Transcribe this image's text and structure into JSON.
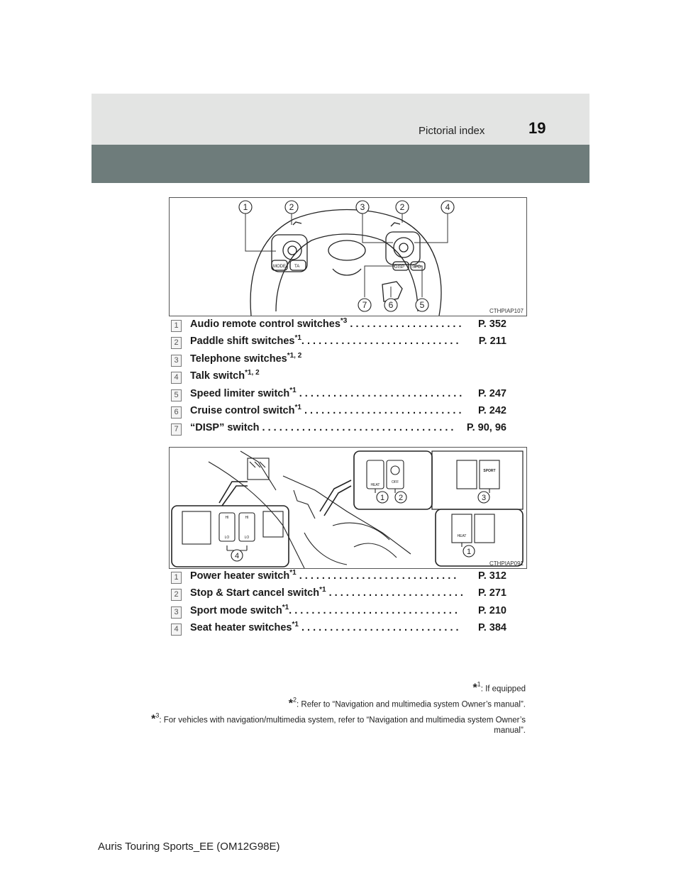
{
  "header": {
    "section_title": "Pictorial index",
    "page_number": "19"
  },
  "figure1": {
    "code": "CTHPIAP107",
    "callouts": [
      "1",
      "2",
      "3",
      "2",
      "4",
      "7",
      "6",
      "5"
    ],
    "button_labels": [
      "MODE",
      "TA",
      "DISP",
      "SPD"
    ]
  },
  "list1": [
    {
      "num": "1",
      "label": "Audio remote control switches",
      "sup": "*3",
      "dots": ". . . . . . . . . . . . . . . . . . . .",
      "ref": "P. 352"
    },
    {
      "num": "2",
      "label": "Paddle shift switches",
      "sup": "*1",
      "dots": ". . . . . . . . . . . . . . . . . . . . . . . . . . . .",
      "ref": "P. 211"
    },
    {
      "num": "3",
      "label": "Telephone switches",
      "sup": "*1, 2",
      "dots": "",
      "ref": ""
    },
    {
      "num": "4",
      "label": "Talk switch",
      "sup": "*1, 2",
      "dots": "",
      "ref": ""
    },
    {
      "num": "5",
      "label": "Speed limiter switch",
      "sup": "*1",
      "dots": ". . . . . . . . . . . . . . . . . . . . . . . . . . . . .",
      "ref": "P. 247"
    },
    {
      "num": "6",
      "label": "Cruise control switch",
      "sup": "*1",
      "dots": ". . . . . . . . . . . . . . . . . . . . . . . . . . . .",
      "ref": "P. 242"
    },
    {
      "num": "7",
      "label": "“DISP” switch",
      "sup": "",
      "dots": ". . . . . . . . . . . . . . . . . . . . . . . . . . . . . . . . . .",
      "ref": "P. 90, 96"
    }
  ],
  "figure2": {
    "code": "CTHPIAP091",
    "callouts": [
      "1",
      "2",
      "3",
      "1",
      "4"
    ],
    "button_labels": [
      "HEAT",
      "OFF",
      "SPORT",
      "HEAT",
      "HI",
      "LO",
      "HI",
      "LO"
    ]
  },
  "list2": [
    {
      "num": "1",
      "label": "Power heater switch",
      "sup": "*1",
      "dots": ". . . . . . . . . . . . . . . . . . . . . . . . . . . .",
      "ref": "P. 312"
    },
    {
      "num": "2",
      "label": "Stop & Start cancel switch",
      "sup": "*1",
      "dots": ". . . . . . . . . . . . . . . . . . . . . . . .",
      "ref": "P. 271"
    },
    {
      "num": "3",
      "label": "Sport mode switch",
      "sup": "*1",
      "dots": ". . . . . . . . . . . . . . . . . . . . . . . . . . . . . .",
      "ref": "P. 210"
    },
    {
      "num": "4",
      "label": "Seat heater switches",
      "sup": "*1",
      "dots": ". . . . . . . . . . . . . . . . . . . . . . . . . . . .",
      "ref": "P. 384"
    }
  ],
  "footnotes": [
    {
      "mark": "*",
      "num": "1",
      "text": ": If equipped"
    },
    {
      "mark": "*",
      "num": "2",
      "text": ": Refer to “Navigation and multimedia system Owner’s manual”."
    },
    {
      "mark": "*",
      "num": "3",
      "text": ": For vehicles with navigation/multimedia system, refer to “Navigation and multimedia system Owner’s manual”."
    }
  ],
  "footer": "Auris Touring Sports_EE (OM12G98E)"
}
